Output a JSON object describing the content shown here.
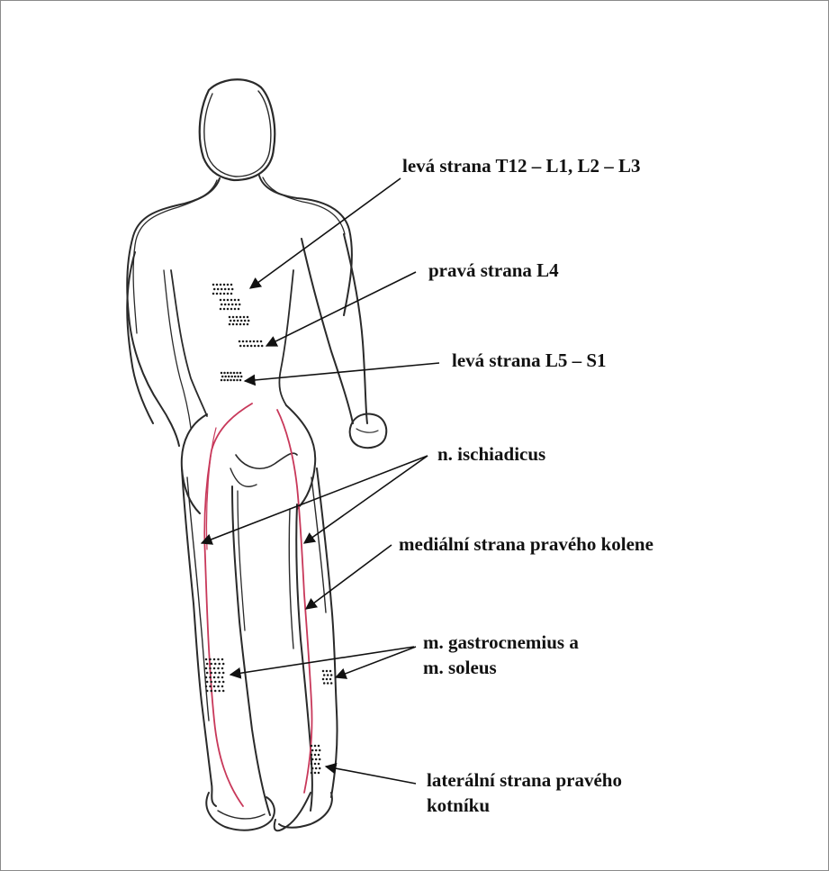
{
  "labels": {
    "thoracolumbar": "levá strana T12 – L1, L2 – L3",
    "l4": "pravá strana L4",
    "l5s1": "levá strana L5 – S1",
    "sciatic": "n. ischiadicus",
    "knee": "mediální strana pravého kolene",
    "calf_line1": "m. gastrocnemius a",
    "calf_line2": "m. soleus",
    "ankle_line1": "laterální strana pravého",
    "ankle_line2": "kotníku"
  },
  "colors": {
    "nerve": "#c8385a",
    "outline": "#2a2a2a",
    "text": "#111111"
  }
}
